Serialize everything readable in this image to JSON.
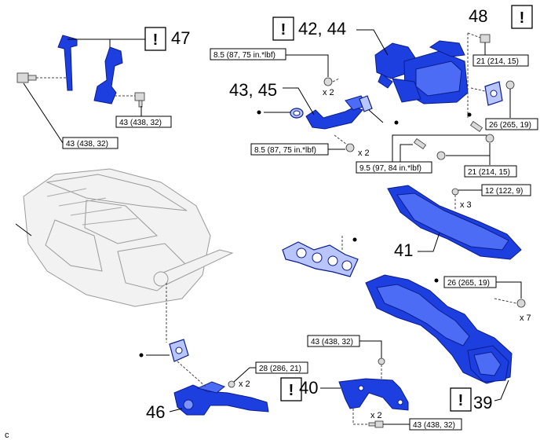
{
  "callouts": {
    "c39": "39",
    "c40": "40",
    "c41": "41",
    "c42_44": "42, 44",
    "c43_45": "43, 45",
    "c46": "46",
    "c47": "47",
    "c48": "48"
  },
  "warning_symbol": "!",
  "torque_specs": {
    "t47_upper": "43 (438, 32)",
    "t47_left": "43 (438, 32)",
    "t43_upper": "8.5 (87, 75 in.*lbf)",
    "t43_lower": "8.5 (87, 75 in.*lbf)",
    "t_center": "9.5 (97, 84 in.*lbf)",
    "t48_top": "21 (214, 15)",
    "t48_side": "26 (265, 19)",
    "t48_bottom": "21 (214, 15)",
    "t41": "12 (122, 9)",
    "t39": "26 (265, 19)",
    "t40_upper": "43 (438, 32)",
    "t40_lower": "43 (438, 32)",
    "t46": "28 (286, 21)"
  },
  "quantities": {
    "x2": "x 2",
    "x3": "x 3",
    "x7": "x 7"
  },
  "corner_code": "c",
  "icons": [
    "warning-icon",
    "non-reusable-part-bullet",
    "bolt-icon",
    "nut-icon",
    "gasket-icon"
  ]
}
